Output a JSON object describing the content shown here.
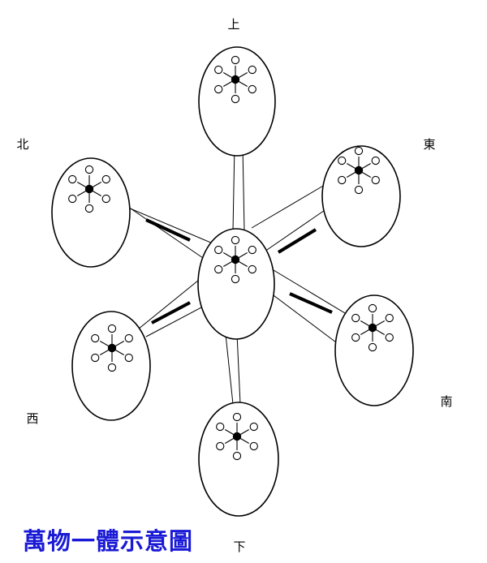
{
  "title": "萬物一體示意圖",
  "directions": {
    "top": "上",
    "bottom": "下",
    "north": "北",
    "east": "東",
    "west": "西",
    "south": "南"
  },
  "colors": {
    "title": "#1a1ad6",
    "stroke": "#000000"
  }
}
